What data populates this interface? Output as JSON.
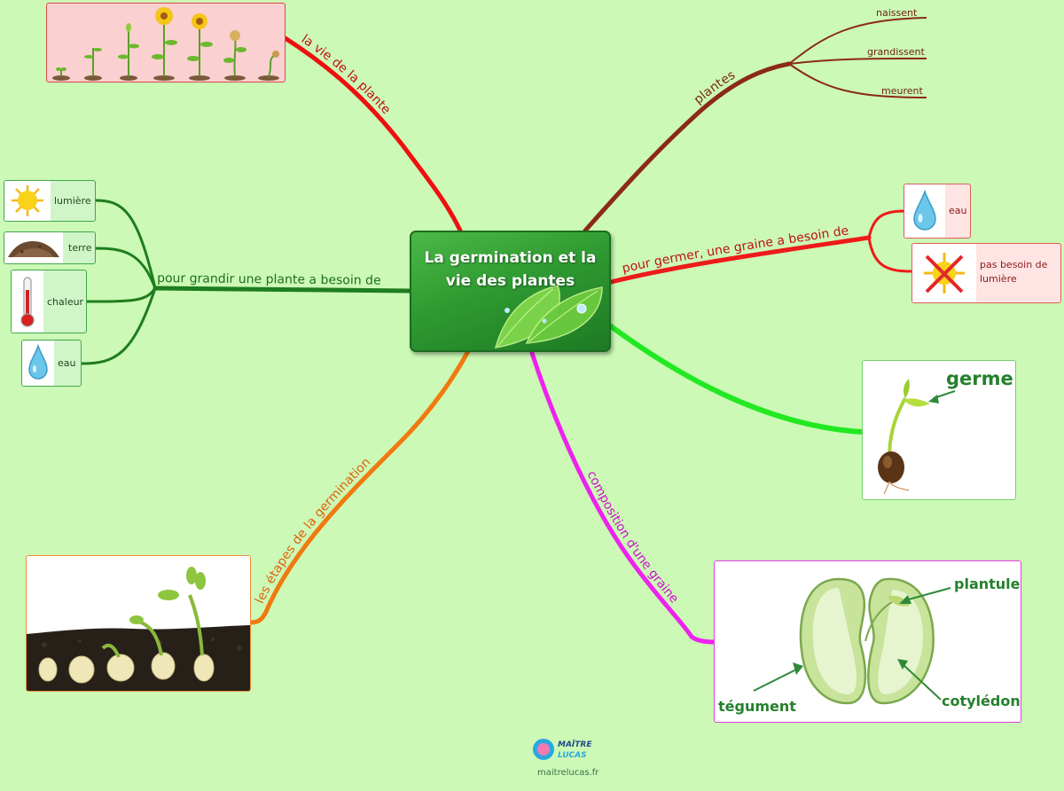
{
  "center_title": "La germination et la vie des plantes",
  "branches": {
    "vie_plante": "la vie de la plante",
    "plantes": "plantes",
    "pour_germer": "pour germer, une graine a besoin de",
    "pour_grandir": "pour grandir une plante a besoin de",
    "etapes": "les étapes de la germination",
    "composition": "composition d'une graine"
  },
  "plantes_children": [
    "naissent",
    "grandissent",
    "meurent"
  ],
  "germer_needs": {
    "eau": "eau",
    "lumiere": "pas besoin de lumière"
  },
  "grandir_needs": [
    "lumière",
    "terre",
    "chaleur",
    "eau"
  ],
  "germe_label": "germe",
  "graine_labels": {
    "plantule": "plantule",
    "tegument": "tégument",
    "cotyledon": "cotylédon"
  },
  "logo_line1": "MAÎTRE",
  "logo_line2": "LUCAS",
  "footer_url": "maitrelucas.fr",
  "colors": {
    "background": "#ccf9b6",
    "branch_vie": "#ee1010",
    "branch_plantes": "#8b2a14",
    "branch_germer": "#ee1a1a",
    "branch_grandir": "#1e7d1e",
    "branch_germe": "#22e822",
    "branch_composition": "#ee22ee",
    "branch_etapes": "#f07a10"
  },
  "icons": [
    "growth-stages-image",
    "sun-icon",
    "soil-icon",
    "thermometer-icon",
    "water-drop-icon",
    "crossed-sun-icon",
    "leaf-icon",
    "seedling-image",
    "bean-seed-image",
    "germination-photo"
  ]
}
